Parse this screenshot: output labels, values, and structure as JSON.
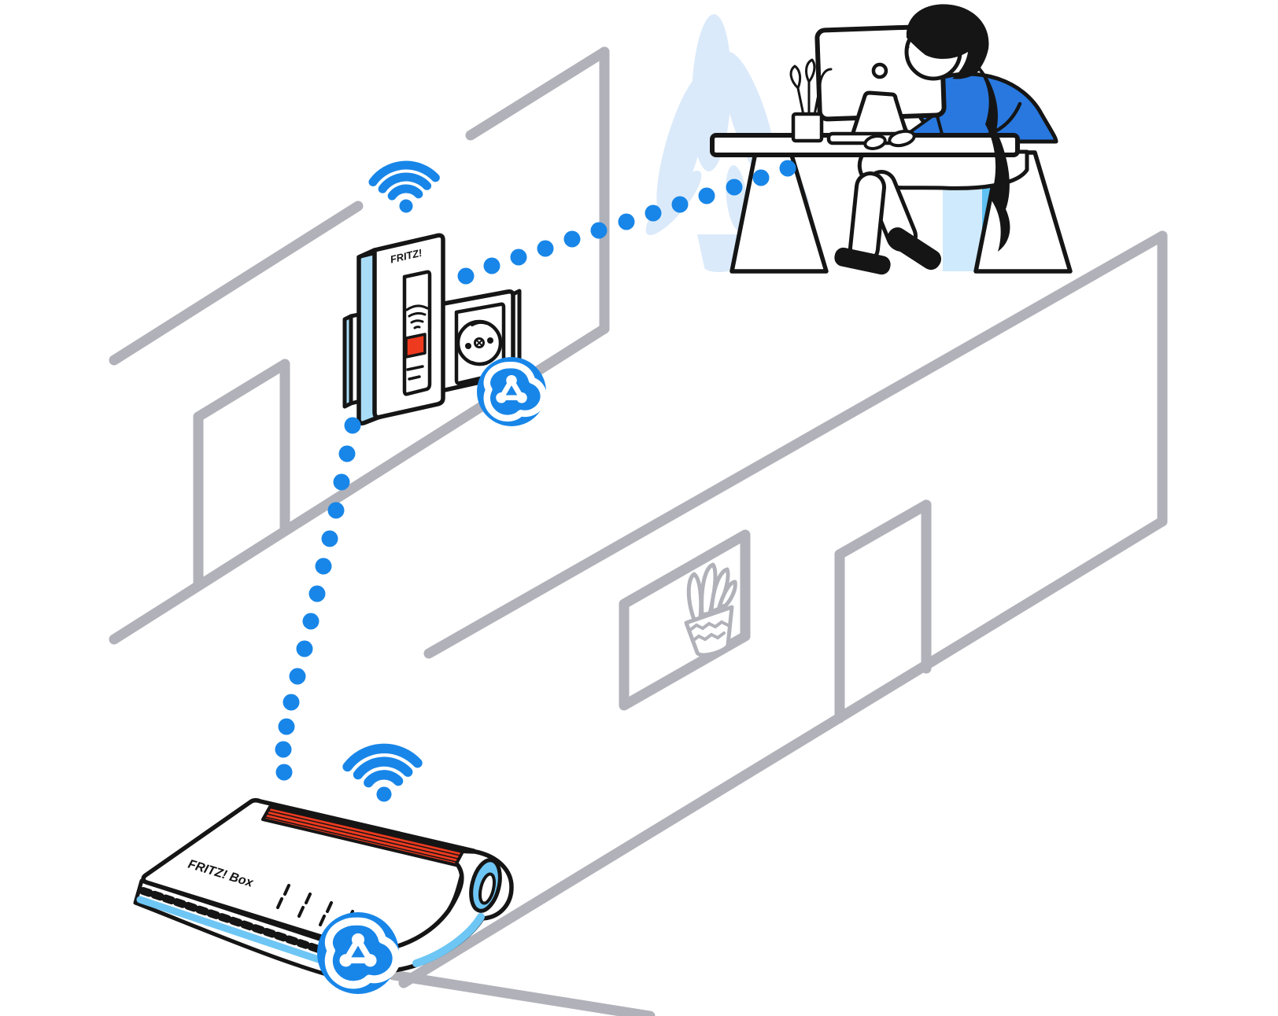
{
  "scene": {
    "description": "Isometric illustration of a FRITZ! mesh Wi-Fi home network: a FRITZ! Box router on the lower floor connects with dotted wireless links through a FRITZ! repeater in a wall power outlet up to a person working at a desk computer.",
    "background": "#ffffff"
  },
  "labels": {
    "repeater_brand": "FRITZ!",
    "router_brand": "FRITZ! Box"
  },
  "colors": {
    "signal_blue": "#1886e8",
    "sweater_blue": "#2878e0",
    "accent_light": "#a9ddf7",
    "accent_mid": "#6ec6f4",
    "stool_pale": "#cfeafc",
    "stool_stripe": "#5fc0f2",
    "plant_pale": "#dbeafa",
    "wall_gray": "#b1b1b9",
    "alert_red": "#ee3a1f",
    "ink": "#151515"
  },
  "icons": {
    "repeater_signal": "wifi-signal-icon",
    "router_signal": "wifi-signal-icon",
    "repeater_badge": "mesh-network-icon",
    "router_badge": "mesh-network-icon"
  },
  "diagram": {
    "nodes": [
      {
        "id": "fritz-box-router",
        "label": "FRITZ! Box",
        "role": "router",
        "location": "lower floor"
      },
      {
        "id": "fritz-repeater",
        "label": "FRITZ!",
        "role": "wifi-repeater",
        "mounted_on": "wall power outlet",
        "location": "upper floor"
      },
      {
        "id": "workstation",
        "label": "",
        "role": "person working at desk computer",
        "location": "upper floor"
      }
    ],
    "connections": [
      {
        "from": "fritz-box-router",
        "to": "fritz-repeater",
        "style": "dotted"
      },
      {
        "from": "fritz-repeater",
        "to": "workstation",
        "style": "dotted"
      }
    ]
  }
}
